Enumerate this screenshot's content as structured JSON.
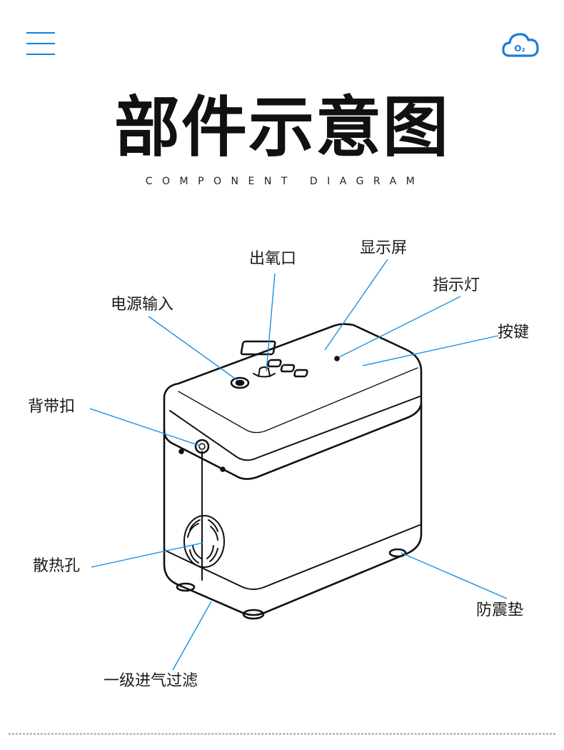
{
  "header": {
    "menu_icon": "menu-icon",
    "cloud_icon": "o2-cloud-icon",
    "cloud_text": "O₂",
    "accent_color": "#1a7fd6"
  },
  "title": "部件示意图",
  "subtitle": "COMPONENT DIAGRAM",
  "labels": {
    "oxygen_outlet": "出氧口",
    "display": "显示屏",
    "indicator": "指示灯",
    "power_input": "电源输入",
    "buttons": "按键",
    "strap_buckle": "背带扣",
    "vent": "散热孔",
    "anti_vibration_pad": "防震垫",
    "primary_intake_filter": "一级进气过滤"
  },
  "leader_line_color": "#1a8fe0"
}
